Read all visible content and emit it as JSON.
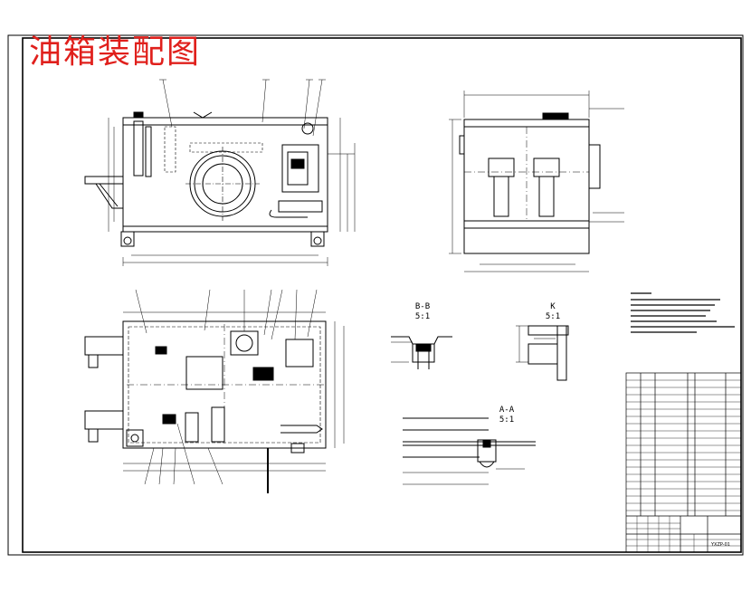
{
  "title": "油箱装配图",
  "views": {
    "section_bb": {
      "name": "B-B",
      "scale": "5:1"
    },
    "section_k": {
      "name": "K",
      "scale": "5:1"
    },
    "section_aa": {
      "name": "A-A",
      "scale": "5:1"
    }
  },
  "title_block": {
    "drawing_code": "YXZP-01"
  },
  "colors": {
    "title": "#e0201c",
    "line": "#000000",
    "background": "#ffffff"
  }
}
